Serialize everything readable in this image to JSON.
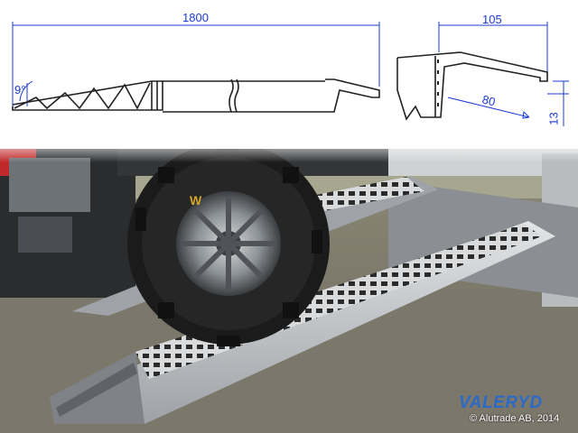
{
  "drawing": {
    "side_view": {
      "length_label": "1800",
      "angle_label": "9°"
    },
    "cross_section": {
      "width_label": "105",
      "inner_label": "80",
      "height_label": "13"
    }
  },
  "branding": {
    "logo_text": "VALERYD",
    "copyright": "© Alutrade AB, 2014"
  },
  "colors": {
    "dimension_blue": "#1a3bd6",
    "logo_blue": "#2b6bc7",
    "aluminium": "#c9ccd0",
    "tire": "#1b1b1b",
    "grass": "#8a8a5a"
  }
}
